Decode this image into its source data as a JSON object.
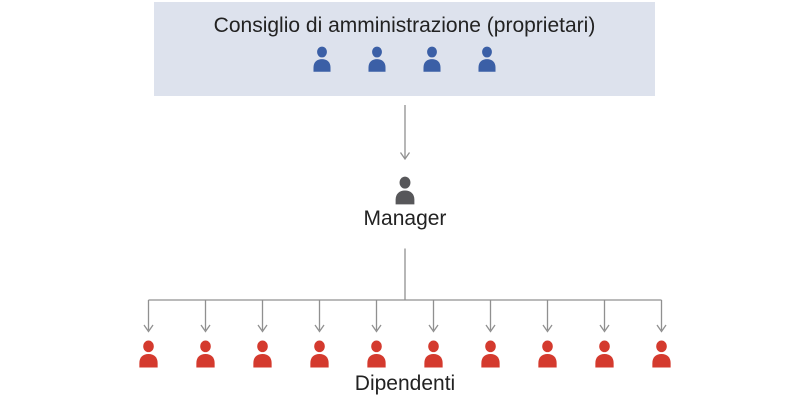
{
  "board": {
    "label": "Consiglio di amministrazione (proprietari)",
    "member_count": 4,
    "member_icon": "person-icon"
  },
  "manager": {
    "label": "Manager",
    "icon": "person-icon"
  },
  "employees": {
    "label": "Dipendenti",
    "count": 10,
    "icon": "person-icon"
  },
  "colors": {
    "page_bg": "#ffffff",
    "board_box_bg": "#dde2ed",
    "board_icon": "#3b5fa6",
    "manager_icon": "#57575a",
    "employee_icon": "#d43a2e",
    "connector": "#909090",
    "text": "#222222"
  }
}
